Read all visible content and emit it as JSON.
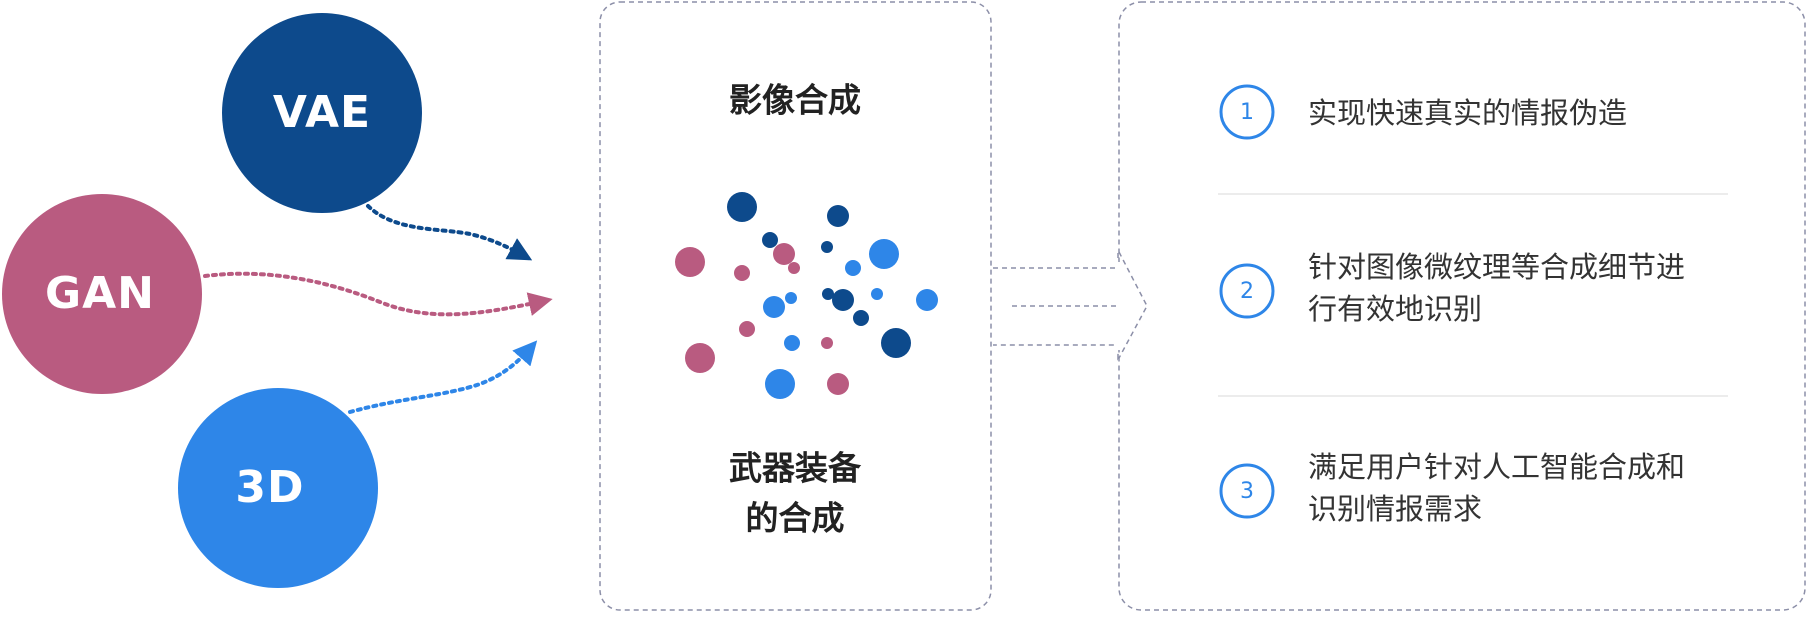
{
  "sources": [
    {
      "label": "VAE",
      "color": "#0d4a8c"
    },
    {
      "label": "GAN",
      "color": "#b95b80"
    },
    {
      "label": "3D",
      "color": "#2e86e8"
    }
  ],
  "middle_panel": {
    "title_top": "影像合成",
    "title_bottom_line1": "武器装备",
    "title_bottom_line2": "的合成"
  },
  "right_panel": {
    "items": [
      {
        "number": "1",
        "text": "实现快速真实的情报伪造"
      },
      {
        "number": "2",
        "text": "针对图像微纹理等合成细节进\n行有效地识别"
      },
      {
        "number": "3",
        "text": "满足用户针对人工智能合成和\n识别情报需求"
      }
    ]
  },
  "colors": {
    "dark_blue": "#0d4a8c",
    "pink": "#b95b80",
    "light_blue": "#2e86e8",
    "dashed_border": "#8c8fa8",
    "divider": "#e5e5e5"
  }
}
